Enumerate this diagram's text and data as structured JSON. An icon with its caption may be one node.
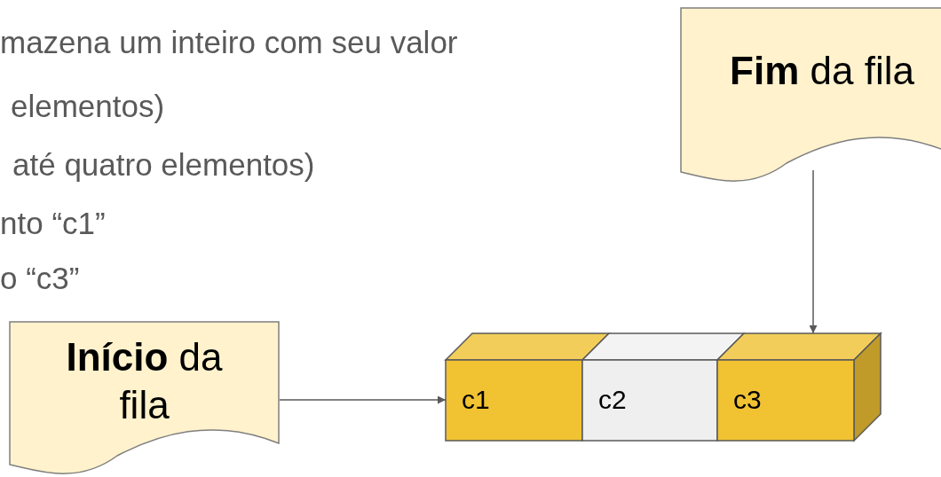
{
  "diagram": {
    "nodes": [
      {
        "text": [
          "**Início** da fila"
        ]
      },
      {
        "text": [
          "**Fim** da fila"
        ]
      },
      {
        "text": [
          "c1"
        ]
      },
      {
        "text": [
          "c2"
        ]
      },
      {
        "text": [
          "c3"
        ]
      }
    ],
    "edges": [
      {
        "from": 0,
        "to": 2,
        "arrow": "to"
      },
      {
        "from": 1,
        "to": 4,
        "arrow": "to"
      }
    ],
    "labels": [
      "mazena um inteiro com seu valor",
      "elementos)",
      "até quatro elementos)",
      "nto “c1”",
      "o “c3”"
    ]
  }
}
